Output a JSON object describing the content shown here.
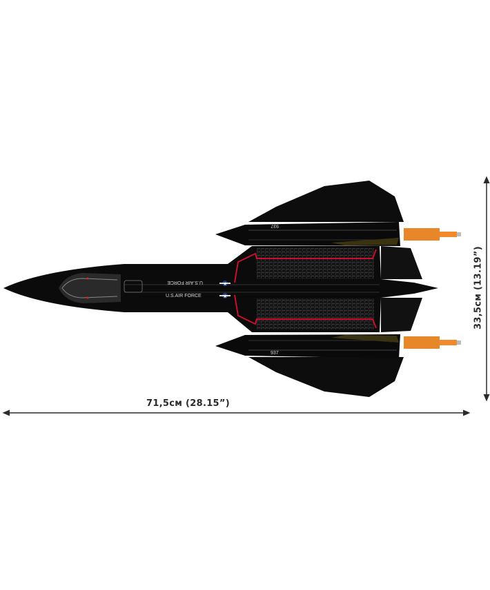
{
  "dimensions": {
    "length_label": "71,5см (28.15”)",
    "width_label": "33,5см (13.19”)"
  },
  "markings": {
    "roundel_text": "U.S.AIR FORCE",
    "tail_number": "937"
  },
  "colors": {
    "body": "#0b0b0b",
    "panel": "#1c1c1c",
    "stripe": "#c8102e",
    "exhaust": "#e8862a",
    "dimension_line": "#2b2b2b"
  }
}
